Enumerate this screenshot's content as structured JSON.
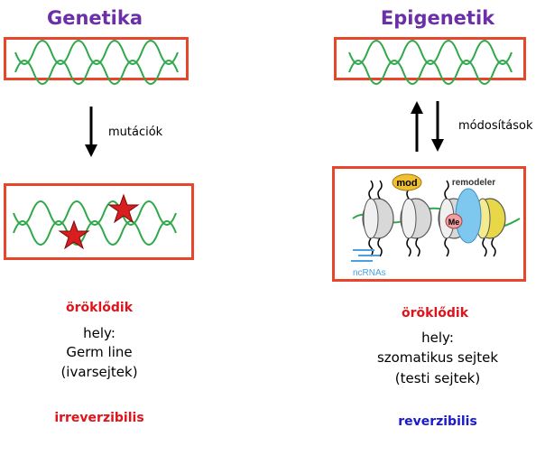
{
  "left": {
    "title": "Genetika",
    "arrow_label": "mutációk",
    "inherit_label": "öröklődik",
    "place_label": "hely:",
    "place_line1": "Germ line",
    "place_line2": "(ivarsejtek)",
    "reversibility": "irreverzibilis"
  },
  "right": {
    "title": "Epigenetik",
    "arrow_label": "módosítások",
    "inherit_label": "öröklődik",
    "place_label": "hely:",
    "place_line1": "szomatikus sejtek",
    "place_line2": "(testi sejtek)",
    "reversibility": "reverzibilis",
    "figure": {
      "mod_label": "mod",
      "remodeler_label": "remodeler",
      "me_label": "Me",
      "ncrna_label": "ncRNAs"
    }
  },
  "colors": {
    "title": "#6b2fa8",
    "box_border": "#e8462a",
    "dna_strand": "#2ea84a",
    "star": "#d81e1e",
    "inherit": "#e0121a",
    "reversible": "#1a1ad0"
  }
}
